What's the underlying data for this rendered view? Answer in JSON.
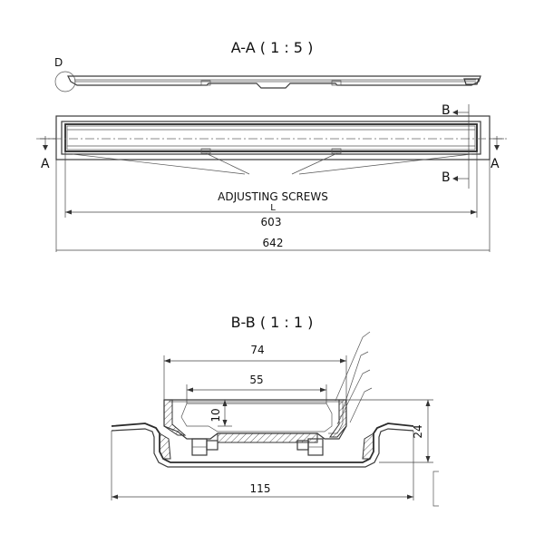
{
  "views": {
    "section_aa_title": "A-A ( 1 : 5 )",
    "section_bb_title": "B-B ( 1 : 1 )"
  },
  "labels": {
    "detail_d": "D",
    "cut_a_left": "A",
    "cut_a_right": "A",
    "cut_b_top": "B",
    "cut_b_bottom": "B",
    "adjusting_screws": "ADJUSTING SCREWS",
    "length_symbol": "L"
  },
  "dimensions": {
    "inner_length": "603",
    "outer_length": "642",
    "channel_outer_width": "74",
    "channel_inner_width": "55",
    "grate_depth": "10",
    "total_height": "24",
    "flange_width": "115"
  }
}
